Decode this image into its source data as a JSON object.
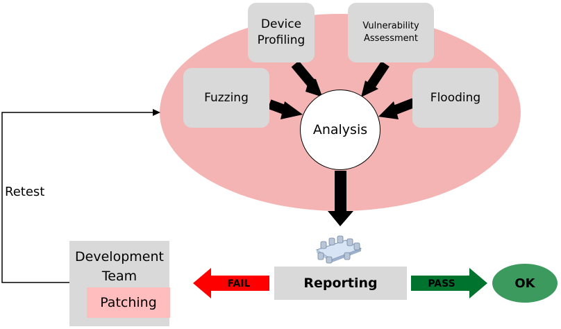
{
  "nodes": {
    "device_profiling": "Device\nProfiling",
    "vulnerability_assessment": "Vulnerability\nAssessment",
    "fuzzing": "Fuzzing",
    "flooding": "Flooding",
    "analysis": "Analysis",
    "reporting": "Reporting",
    "development_team": "Development\nTeam",
    "patching": "Patching",
    "ok": "OK"
  },
  "arrows": {
    "fail": "FAIL",
    "pass": "PASS",
    "retest": "Retest"
  },
  "colors": {
    "ellipse": "#f4b4b4",
    "box_gray": "#d9d9d9",
    "patching_fill": "#ffbdbd",
    "fail_arrow": "#ff0000",
    "pass_arrow": "#00732e",
    "ok_fill": "#3d9a5f"
  },
  "icons": {
    "reporting": "meeting-table-icon"
  }
}
